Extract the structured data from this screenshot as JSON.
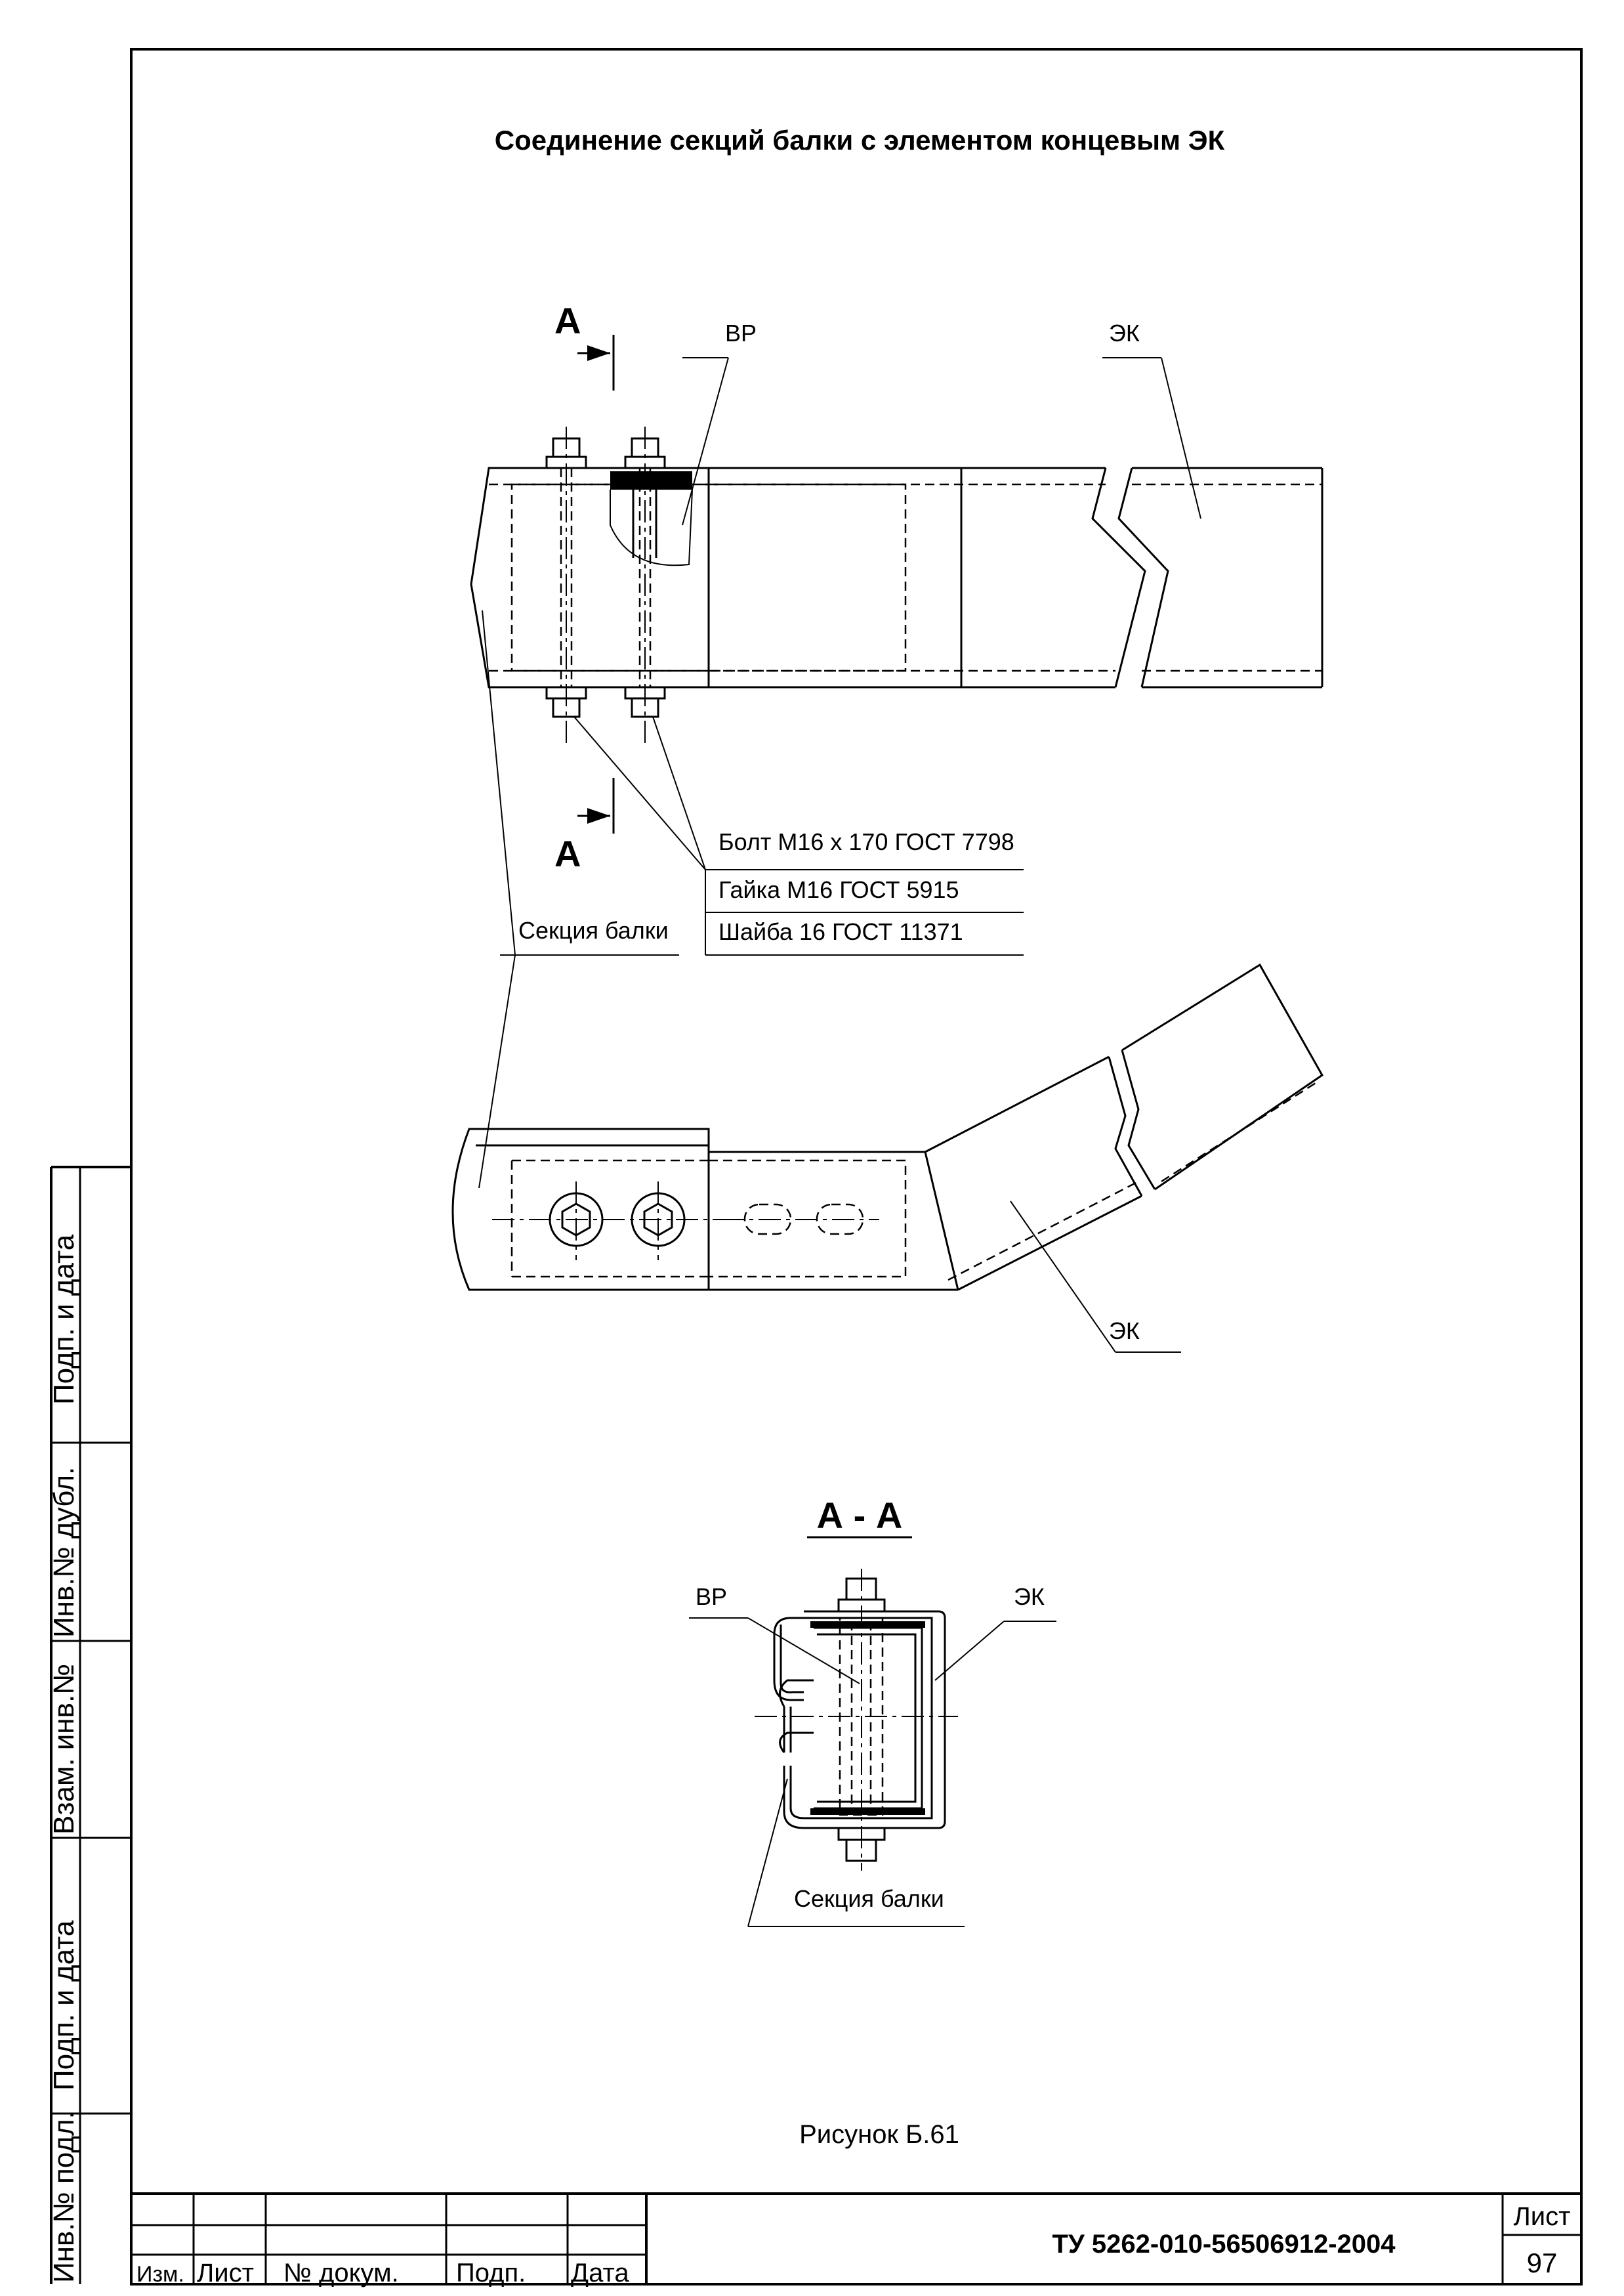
{
  "drawing": {
    "title": "Соединение секций балки с элементом концевым  ЭК",
    "section_mark": "А",
    "section_title": "А - А",
    "caption": "Рисунок Б.61",
    "labels": {
      "vr_top": "ВР",
      "ek_top": "ЭК",
      "ek_bottom": "ЭК",
      "section_beam": "Секция балки",
      "vr_section": "ВР",
      "ek_section": "ЭК",
      "section_beam_section": "Секция балки"
    },
    "fasteners": [
      "Болт М16 х 170 ГОСТ 7798",
      "Гайка М16 ГОСТ 5915",
      "Шайба 16 ГОСТ 11371"
    ]
  },
  "side_stamp": [
    "Подп. и дата",
    "Инв.№ дубл.",
    "Взам. инв.№",
    "Подп. и дата",
    "Инв.№ подл."
  ],
  "title_block": {
    "columns": [
      "Изм.",
      "Лист",
      "№ докум.",
      "Подп.",
      "Дата"
    ],
    "document_code": "ТУ 5262-010-56506912-2004",
    "sheet_label": "Лист",
    "sheet_number": "97"
  }
}
